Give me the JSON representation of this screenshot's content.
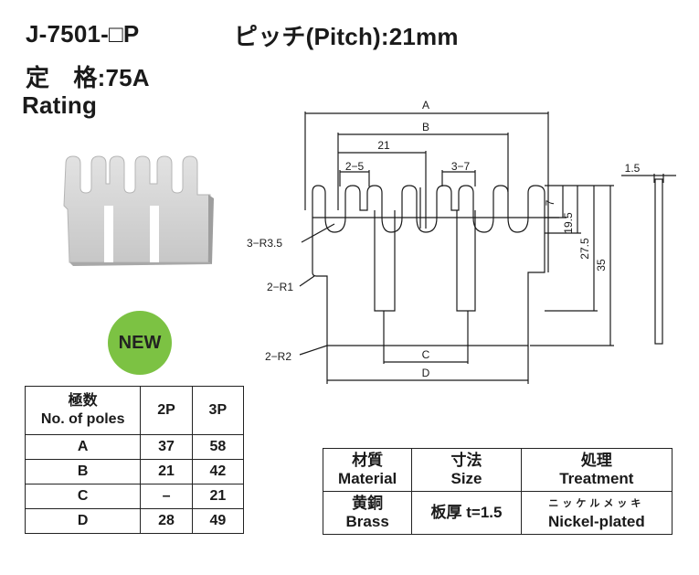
{
  "header": {
    "model": "J-7501-□P",
    "pitch": "ピッチ(Pitch):21mm",
    "rating_jp": "定　格:75A",
    "rating_en": "Rating"
  },
  "badge": {
    "label": "NEW",
    "color": "#7cc243"
  },
  "drawing": {
    "dim_A": "A",
    "dim_B": "B",
    "dim_21": "21",
    "dim_2_5": "2−5",
    "dim_3_7": "3−7",
    "dim_7": "7",
    "dim_19_5": "19.5",
    "dim_27_5": "27.5",
    "dim_35": "35",
    "dim_1_5": "1.5",
    "note_r35": "3−R3.5",
    "note_r1": "2−R1",
    "note_r2": "2−R2",
    "dim_C": "C",
    "dim_D": "D"
  },
  "poles_table": {
    "header": {
      "label_jp": "極数",
      "label_en": "No. of poles",
      "col_2p": "2P",
      "col_3p": "3P"
    },
    "rows": [
      {
        "label": "A",
        "p2": "37",
        "p3": "58"
      },
      {
        "label": "B",
        "p2": "21",
        "p3": "42"
      },
      {
        "label": "C",
        "p2": "–",
        "p3": "21"
      },
      {
        "label": "D",
        "p2": "28",
        "p3": "49"
      }
    ]
  },
  "material_table": {
    "headers": [
      {
        "jp": "材質",
        "en": "Material"
      },
      {
        "jp": "寸法",
        "en": "Size"
      },
      {
        "jp": "処理",
        "en": "Treatment"
      }
    ],
    "values": {
      "material_jp": "黄銅",
      "material_en": "Brass",
      "size": "板厚 t=1.5",
      "treatment_jp": "ニッケルメッキ",
      "treatment_en": "Nickel-plated"
    }
  }
}
